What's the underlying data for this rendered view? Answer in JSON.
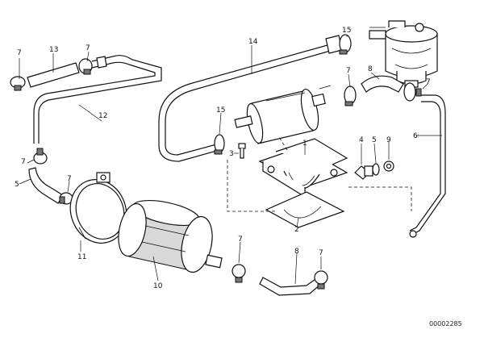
{
  "callouts": [
    "1",
    "2",
    "3",
    "4",
    "5",
    "6",
    "7",
    "8",
    "9",
    "10",
    "11",
    "12",
    "13",
    "14",
    "15"
  ],
  "doc_number": "00002285"
}
